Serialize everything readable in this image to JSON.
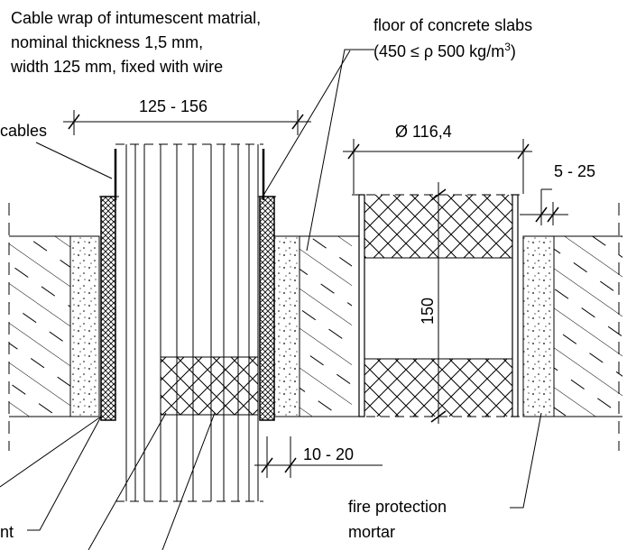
{
  "labels": {
    "cable_wrap": [
      "Cable wrap of intumescent matrial,",
      "nominal thickness 1,5 mm,",
      "width 125 mm, fixed with wire"
    ],
    "floor_prefix": "floor of concrete slabs",
    "floor_range": "(450 ≤ ρ 500 kg/m",
    "floor_exp": "3",
    "floor_close": ")",
    "cables": "cables",
    "fire_protection": [
      "fire protection",
      "mortar"
    ],
    "partial_left": "nt"
  },
  "dimensions": {
    "opening_width": "125 - 156",
    "pipe_diameter": "Ø 116,4",
    "gap": "5 - 25",
    "height": "150",
    "offset": "10 - 20"
  }
}
